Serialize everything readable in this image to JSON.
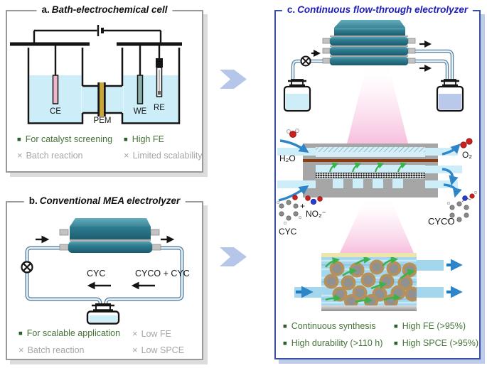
{
  "glyphs": {
    "pro": "■",
    "con": "×"
  },
  "panels": {
    "a": {
      "label": "a.",
      "title": "Bath-electrochemical cell",
      "electrodes": {
        "ce": "CE",
        "pem": "PEM",
        "we": "WE",
        "re": "RE"
      },
      "pros": [
        "For catalyst screening",
        "High FE"
      ],
      "cons": [
        "Batch reaction",
        "Limited scalability"
      ]
    },
    "b": {
      "label": "b.",
      "title": "Conventional MEA electrolyzer",
      "flow": {
        "inlet": "CYC",
        "outlet": "CYCO + CYC"
      },
      "pros": [
        "For scalable application"
      ],
      "cons": [
        "Low FE",
        "Batch reaction",
        "Low SPCE"
      ]
    },
    "c": {
      "label": "c.",
      "title": "Continuous flow-through electrolyzer",
      "species": {
        "water": "H₂O",
        "oxygen": "O₂",
        "cyc": "CYC",
        "plus": "+",
        "nitrite": "NO₂⁻",
        "cyco": "CYCO"
      },
      "pros": [
        "Continuous synthesis",
        "High durability (>110 h)",
        "High FE (>95%)",
        "High SPCE (>95%)"
      ]
    }
  },
  "colors": {
    "panel_border_gray": "#999999",
    "panel_border_blue": "#3a50a0",
    "title_blue": "#1d1db5",
    "pro_green": "#447238",
    "con_gray": "#a6a6a6",
    "stack_teal": "#2f7d91",
    "liquid_blue": "#cdeef8",
    "beam_pink": "#f7bcdc",
    "membrane_brown": "#8a3c12",
    "pem_gold": "#c9a63d",
    "ce_pink": "#f0b6ca",
    "we_teal": "#8fb0a9",
    "flow_arrow_blue": "#2e86c8",
    "chevron_blue": "#b5c6e8",
    "catalyst_green": "#3cb24c"
  }
}
